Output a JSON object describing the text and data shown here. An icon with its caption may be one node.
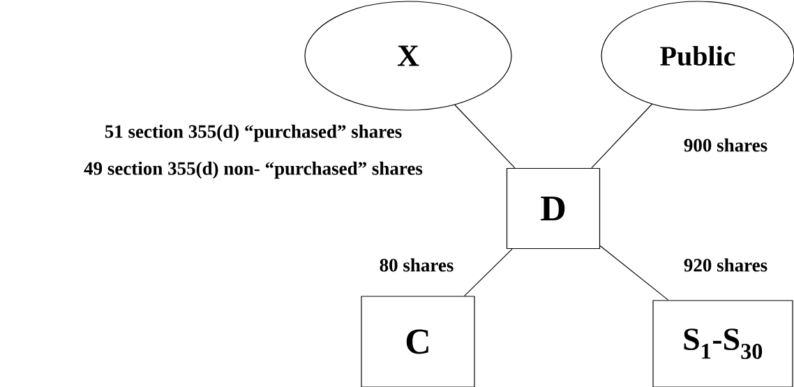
{
  "diagram": {
    "nodes": [
      {
        "text": [
          "X"
        ]
      },
      {
        "text": [
          "Public"
        ]
      },
      {
        "text": [
          "D"
        ]
      },
      {
        "text": [
          "C"
        ]
      },
      {
        "text": [
          "S$_{1}$-S$_{30}$"
        ]
      }
    ],
    "edges": [
      {
        "from": 0,
        "to": 2,
        "arrow": "none"
      },
      {
        "from": 1,
        "to": 2,
        "arrow": "none",
        "label": "900 shares"
      },
      {
        "from": 2,
        "to": 3,
        "arrow": "none",
        "label": "80 shares"
      },
      {
        "from": 2,
        "to": 4,
        "arrow": "none",
        "label": "920 shares"
      }
    ],
    "labels": [
      "51 section 355(d) “purchased” shares",
      "49 section 355(d) non- “purchased” shares"
    ]
  }
}
